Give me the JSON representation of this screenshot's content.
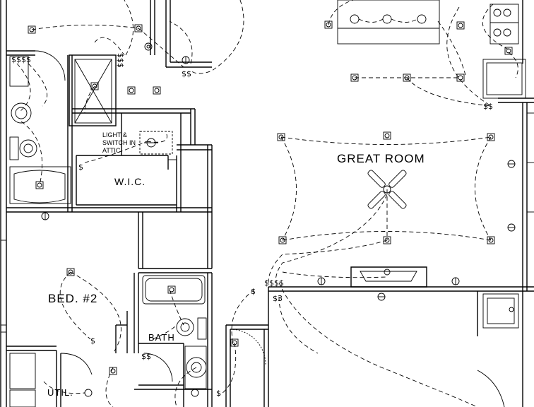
{
  "rooms": {
    "great_room": "GREAT ROOM",
    "bed2": "BED. #2",
    "wic": "W.I.C.",
    "bath": "BATH",
    "util": "UTIL."
  },
  "notes": {
    "attic_line1": "LIGHT &",
    "attic_line2": "SWITCH IN",
    "attic_line3": "ATTIC"
  },
  "symbols": {
    "switch": "$",
    "double_switch": "$$",
    "triple_switch": "$$$",
    "quad_switch": "$$$$",
    "switch_3way": "$3"
  }
}
